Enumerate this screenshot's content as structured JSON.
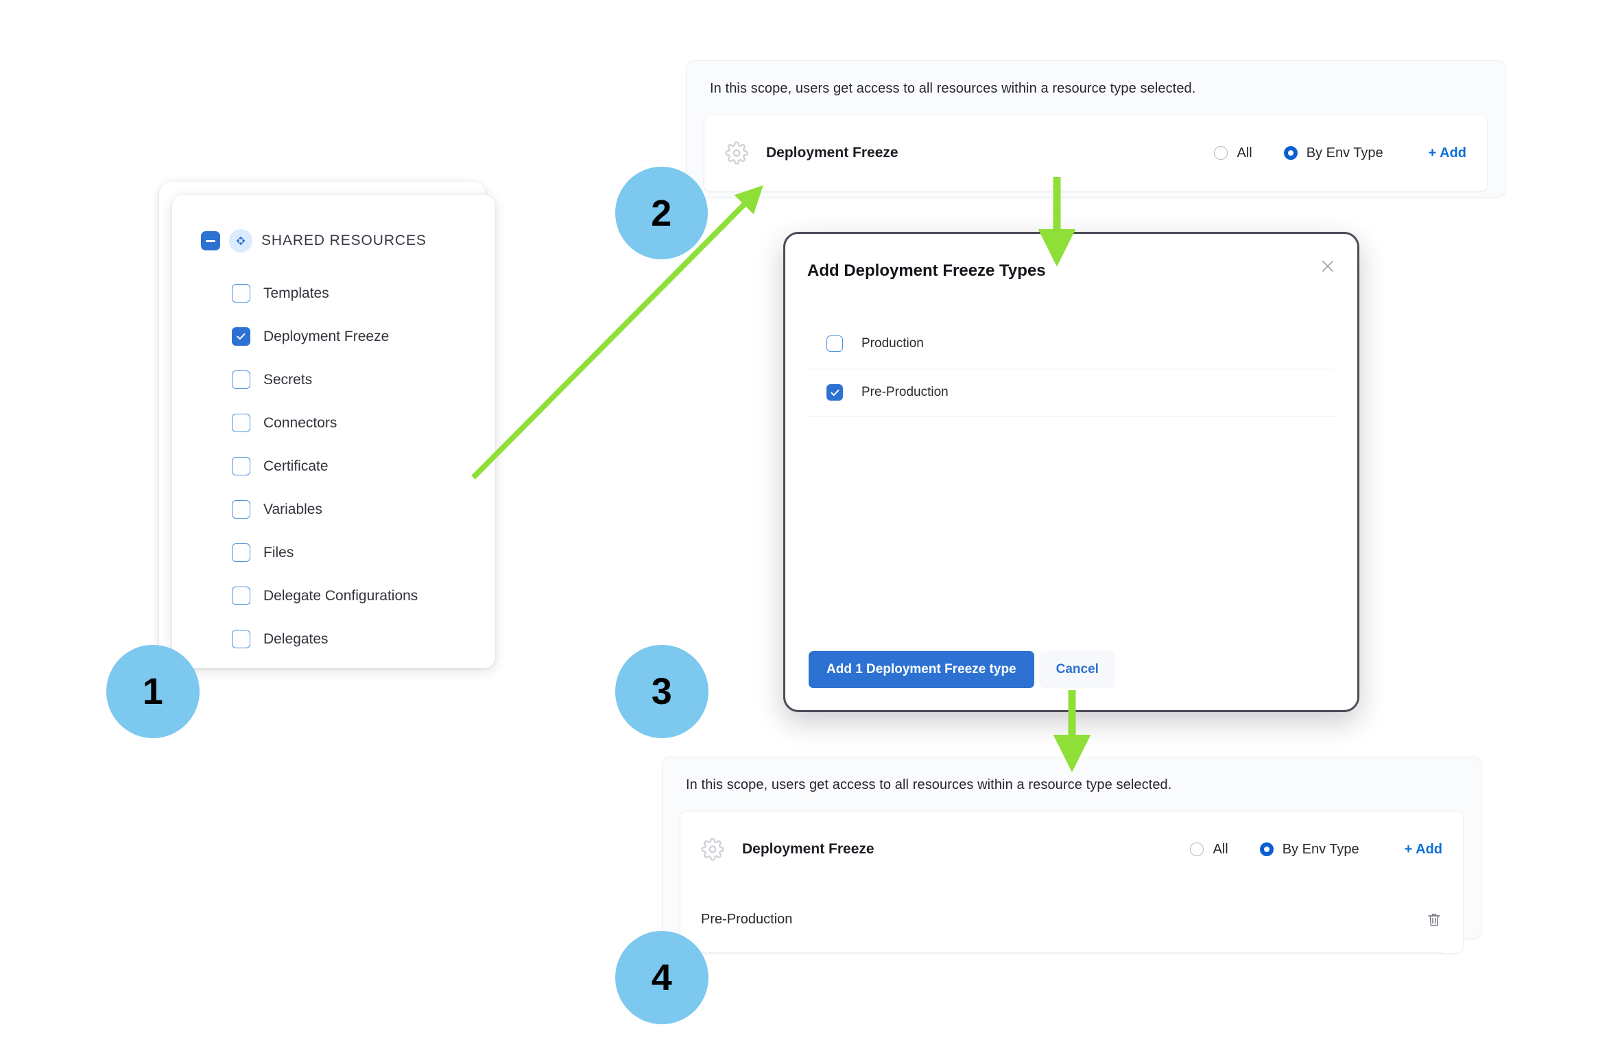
{
  "steps": [
    {
      "number": "1"
    },
    {
      "number": "2"
    },
    {
      "number": "3"
    },
    {
      "number": "4"
    }
  ],
  "resource_tree": {
    "header_label": "SHARED RESOURCES",
    "header_checkbox_state": "indeterminate",
    "header_icon": "resources-diamond-icon",
    "items": [
      {
        "label": "Templates",
        "checked": false
      },
      {
        "label": "Deployment Freeze",
        "checked": true
      },
      {
        "label": "Secrets",
        "checked": false
      },
      {
        "label": "Connectors",
        "checked": false
      },
      {
        "label": "Certificate",
        "checked": false
      },
      {
        "label": "Variables",
        "checked": false
      },
      {
        "label": "Files",
        "checked": false
      },
      {
        "label": "Delegate Configurations",
        "checked": false
      },
      {
        "label": "Delegates",
        "checked": false
      }
    ]
  },
  "scope_panel_before": {
    "description": "In this scope, users get access to all resources within a resource type selected.",
    "resource_icon": "gear-icon",
    "resource_title": "Deployment Freeze",
    "radios": [
      {
        "label": "All",
        "selected": false
      },
      {
        "label": "By Env Type",
        "selected": true
      }
    ],
    "add_label": "+ Add",
    "chips": []
  },
  "scope_panel_after": {
    "description": "In this scope, users get access to all resources within a resource type selected.",
    "resource_icon": "gear-icon",
    "resource_title": "Deployment Freeze",
    "radios": [
      {
        "label": "All",
        "selected": false
      },
      {
        "label": "By Env Type",
        "selected": true
      }
    ],
    "add_label": "+ Add",
    "chips": [
      {
        "label": "Pre-Production",
        "delete_icon": "trash-icon"
      }
    ]
  },
  "modal": {
    "title": "Add Deployment Freeze Types",
    "close_icon": "close-icon",
    "options": [
      {
        "label": "Production",
        "checked": false
      },
      {
        "label": "Pre-Production",
        "checked": true
      }
    ],
    "primary_button": "Add 1 Deployment Freeze type",
    "secondary_button": "Cancel"
  },
  "colors": {
    "step_circle": "#7CC8EE",
    "arrow_green": "#8EE038",
    "accent_blue": "#2d72d2",
    "link_blue": "#0b6fd8",
    "radio_on": "#0b5fd0",
    "panel_bg": "#fafbfd",
    "modal_border": "#4a4d57"
  }
}
